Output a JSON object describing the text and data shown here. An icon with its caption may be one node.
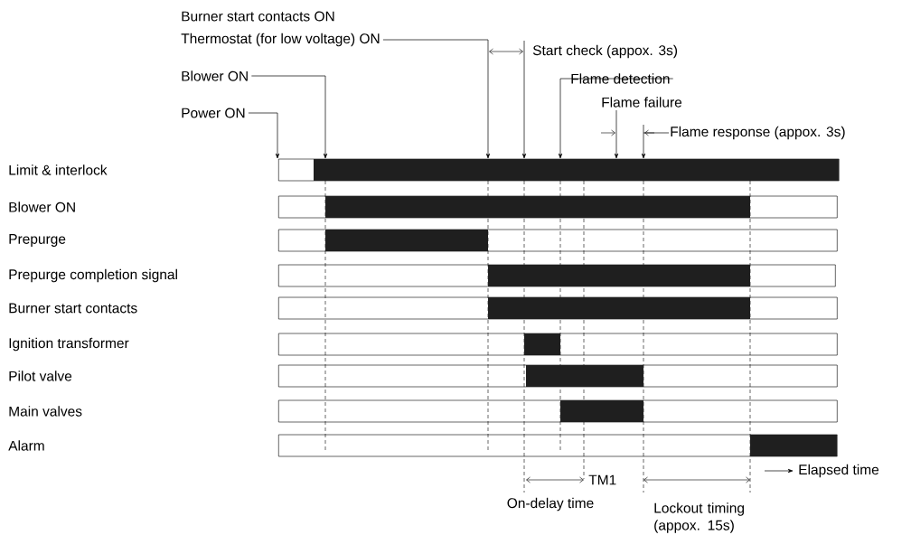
{
  "diagram": {
    "nodes": [
      {
        "text": [],
        "shape": "bar"
      },
      {
        "text": [],
        "shape": "bar"
      },
      {
        "text": [],
        "shape": "bar"
      },
      {
        "text": [],
        "shape": "bar"
      },
      {
        "text": [],
        "shape": "bar"
      },
      {
        "text": [],
        "shape": "bar"
      },
      {
        "text": [],
        "shape": "bar"
      },
      {
        "text": [],
        "shape": "bar"
      },
      {
        "text": [],
        "shape": "bar"
      },
      {
        "text": [
          "Power ON"
        ]
      },
      {
        "text": [
          "Blower ON"
        ]
      },
      {
        "text": [
          "Burner start contacts ON",
          "Thermostat (for low voltage) ON"
        ]
      },
      {
        "text": [
          "Start check (appox. 3s)"
        ]
      },
      {
        "text": [
          "Flame detection"
        ]
      },
      {
        "text": [
          "Flame failure"
        ]
      },
      {
        "text": [
          "Flame response  (appox. 3s)"
        ]
      }
    ],
    "edges": [
      {
        "from": 9,
        "to": 0,
        "arrow": "to"
      },
      {
        "from": 10,
        "to": 0,
        "arrow": "to"
      },
      {
        "from": 11,
        "to": 0,
        "arrow": "to"
      },
      {
        "from": 12,
        "to": 0,
        "arrow": "to"
      },
      {
        "from": 13,
        "to": 0,
        "arrow": "to"
      },
      {
        "from": 14,
        "to": 0,
        "arrow": "to"
      },
      {
        "from": 15,
        "to": 0,
        "arrow": "to"
      }
    ],
    "labels": [
      "Limit & interlock",
      "Blower ON",
      "Prepurge",
      "Prepurge completion signal",
      "Burner start contacts",
      "Ignition transformer",
      "Pilot valve",
      "Main valves",
      "Alarm",
      "TM1",
      "On-delay time",
      "Lockout timing (appox. 15s)",
      "Elapsed time"
    ]
  }
}
